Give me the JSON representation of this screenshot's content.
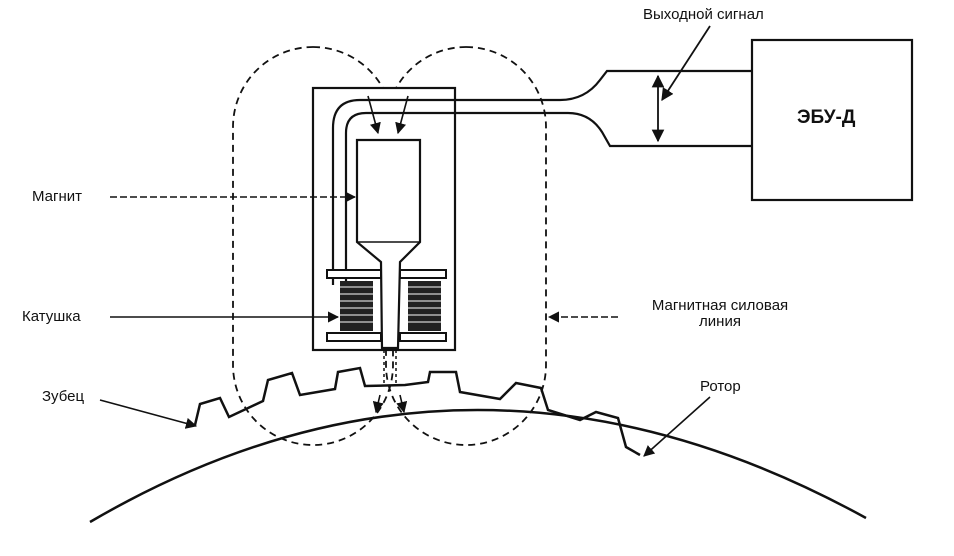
{
  "labels": {
    "output_signal": "Выходной сигнал",
    "ecu": "ЭБУ-Д",
    "magnet": "Магнит",
    "coil": "Катушка",
    "field_line_1": "Магнитная силовая",
    "field_line_2": "линия",
    "tooth": "Зубец",
    "rotor": "Ротор"
  }
}
